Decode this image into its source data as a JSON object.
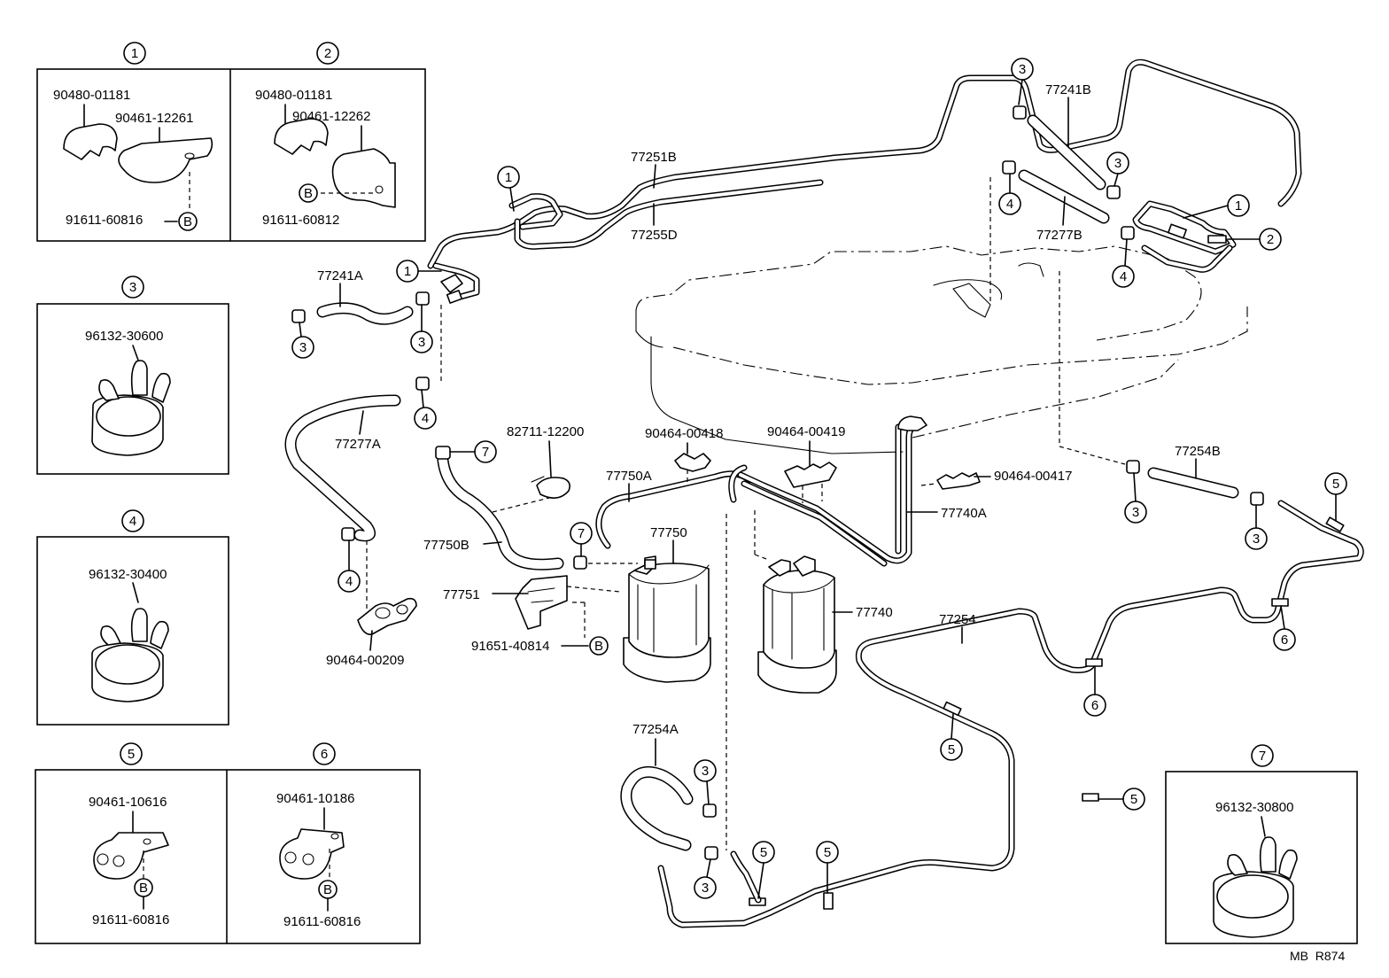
{
  "boxes": {
    "b1": {
      "ref": "①",
      "parts": [
        "90480-01181",
        "90461-12261",
        "91611-60816"
      ],
      "bolt": "Ⓑ"
    },
    "b2": {
      "ref": "②",
      "parts": [
        "90480-01181",
        "90461-12262",
        "91611-60812"
      ],
      "bolt": "Ⓑ"
    },
    "b3": {
      "ref": "③",
      "parts": [
        "96132-30600"
      ]
    },
    "b4": {
      "ref": "④",
      "parts": [
        "96132-30400"
      ]
    },
    "b5": {
      "ref": "⑤",
      "parts": [
        "90461-10616",
        "91611-60816"
      ],
      "bolt": "Ⓑ"
    },
    "b6": {
      "ref": "⑥",
      "parts": [
        "90461-10186",
        "91611-60816"
      ],
      "bolt": "Ⓑ"
    },
    "b7": {
      "ref": "⑦",
      "parts": [
        "96132-30800"
      ]
    }
  },
  "parts": {
    "p77251B": "77251B",
    "p77255D": "77255D",
    "p77241B": "77241B",
    "p77277B": "77277B",
    "p77241A": "77241A",
    "p77277A": "77277A",
    "p82711": "82711-12200",
    "p90464_00418": "90464-00418",
    "p90464_00419": "90464-00419",
    "p90464_00417": "90464-00417",
    "p77750A": "77750A",
    "p77750": "77750",
    "p77750B": "77750B",
    "p77751": "77751",
    "p91651": "91651-40814",
    "p90464_00209": "90464-00209",
    "p77740": "77740",
    "p77740A": "77740A",
    "p77254B": "77254B",
    "p77254": "77254",
    "p77254A": "77254A"
  },
  "callouts": {
    "one": "1",
    "two": "2",
    "three": "3",
    "four": "4",
    "five": "5",
    "six": "6",
    "seven": "7",
    "bolt": "B"
  },
  "footer": {
    "code": "MB  R874"
  }
}
